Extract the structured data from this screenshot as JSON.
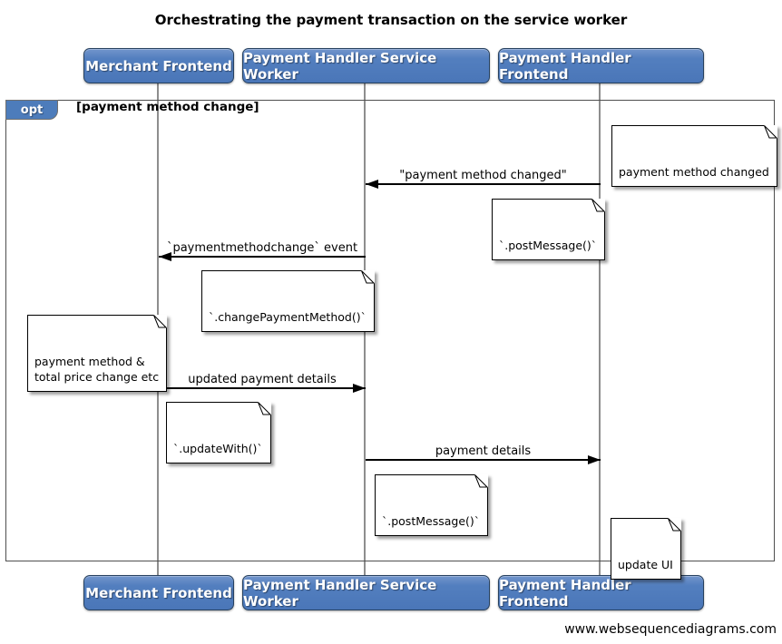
{
  "diagram": {
    "title": "Orchestrating the payment transaction on the service worker",
    "watermark": "www.websequencediagrams.com"
  },
  "actors": [
    {
      "label": "Merchant Frontend"
    },
    {
      "label": "Payment Handler Service Worker"
    },
    {
      "label": "Payment Handler Frontend"
    }
  ],
  "opt_frame": {
    "operator": "opt",
    "guard": "[payment method change]"
  },
  "messages": [
    {
      "label": "\"payment method changed\"",
      "from": "Payment Handler Frontend",
      "to": "Payment Handler Service Worker",
      "direction": "left"
    },
    {
      "label": "`paymentmethodchange` event",
      "from": "Payment Handler Service Worker",
      "to": "Merchant Frontend",
      "direction": "left"
    },
    {
      "label": "updated payment details",
      "from": "Merchant Frontend",
      "to": "Payment Handler Service Worker",
      "direction": "right"
    },
    {
      "label": "payment details",
      "from": "Payment Handler Service Worker",
      "to": "Payment Handler Frontend",
      "direction": "right"
    }
  ],
  "notes": [
    {
      "text": "payment method changed"
    },
    {
      "text": "`.postMessage()`"
    },
    {
      "text": "`.changePaymentMethod()`"
    },
    {
      "text": "payment method &\ntotal price change etc"
    },
    {
      "text": "`.updateWith()`"
    },
    {
      "text": "`.postMessage()`"
    },
    {
      "text": "update UI"
    }
  ],
  "colors": {
    "actor_fill": "#4d7abc",
    "actor_fill_top": "#7295cc",
    "actor_border": "#27415f",
    "actor_text": "#ffffff",
    "opt_tab_fill": "#4d7cbb",
    "frame_border": "#4f4f4f",
    "lifeline": "#8e8e8e",
    "note_fill": "#ffffff",
    "note_border": "#000000",
    "arrow": "#000000",
    "background": "#ffffff"
  }
}
